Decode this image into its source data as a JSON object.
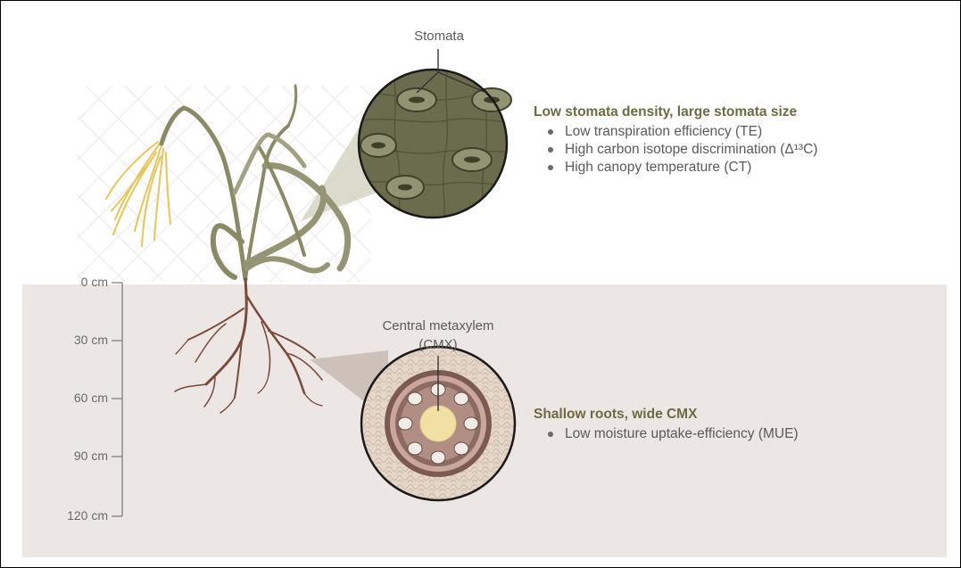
{
  "stomata_label": "Stomata",
  "leaf_panel": {
    "heading": "Low stomata density, large stomata size",
    "bullets": [
      "Low transpiration efficiency (TE)",
      "High carbon isotope discrimination (Δ¹³C)",
      "High canopy temperature (CT)"
    ]
  },
  "cmx_label": [
    "Central metaxylem",
    "(CMX)"
  ],
  "root_panel": {
    "heading": "Shallow roots, wide CMX",
    "bullets": [
      "Low moisture uptake-efficiency (MUE)"
    ]
  },
  "depth_scale": [
    "0 cm",
    "30 cm",
    "60 cm",
    "90 cm",
    "120 cm"
  ],
  "colors": {
    "heading": "#6f6a3f",
    "soil": "#ece7e5",
    "leaf": "#8d8e6b",
    "root": "#7a4a36",
    "stoma_disc": "#6b6c4e"
  }
}
